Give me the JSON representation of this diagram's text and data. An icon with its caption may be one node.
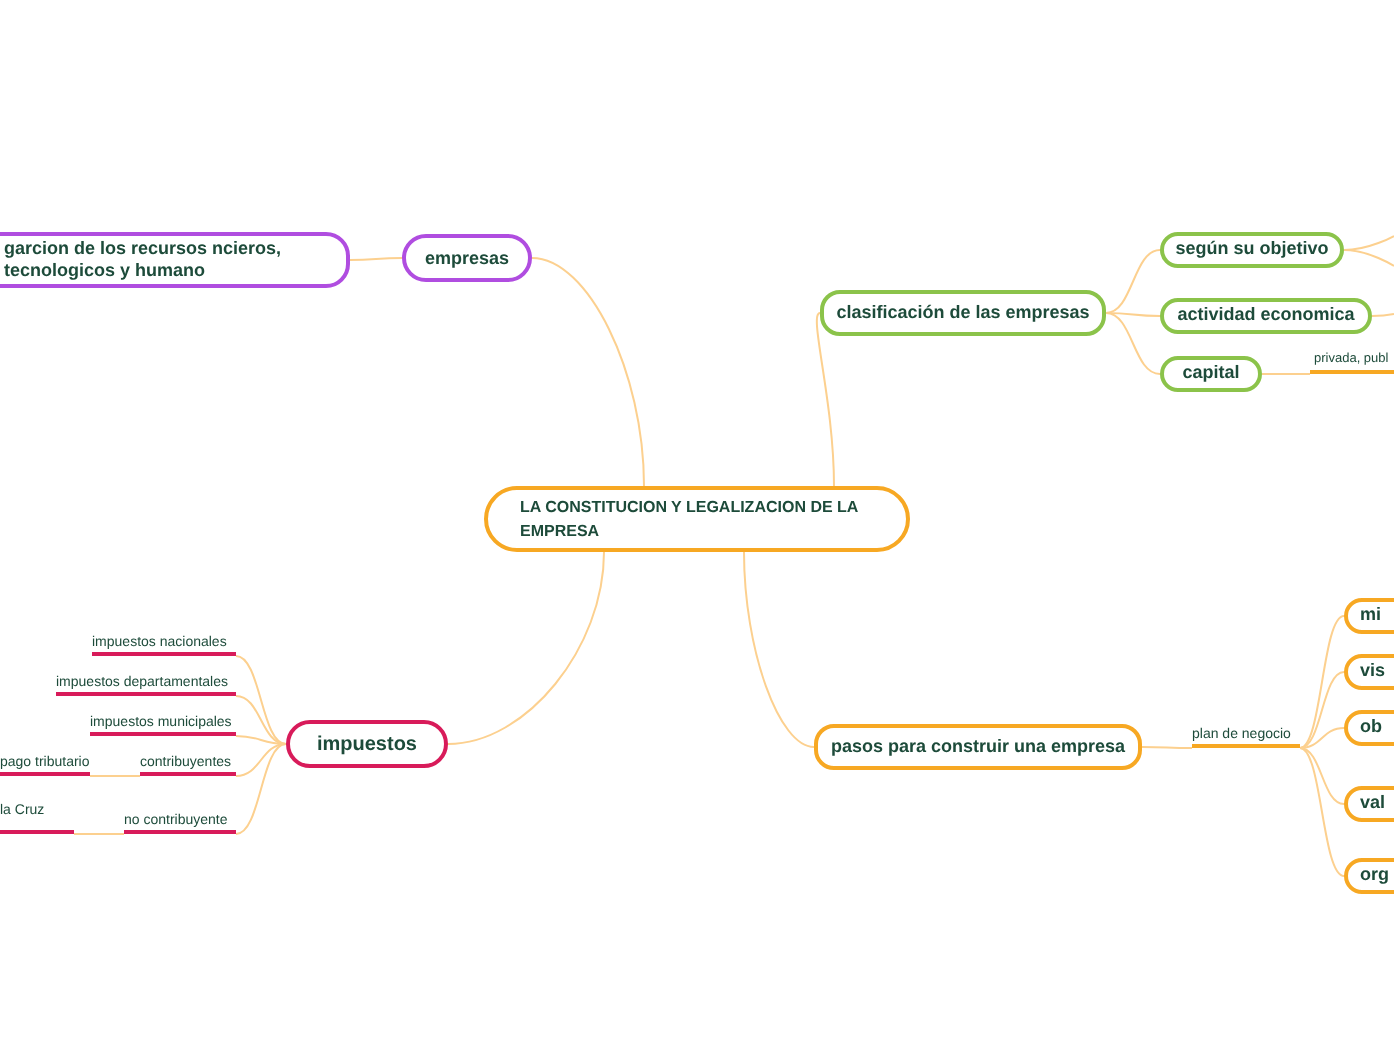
{
  "diagram": {
    "nodes": [
      {
        "text": [
          "LA CONSTITUCION Y LEGALIZACION DE LA EMPRESA"
        ]
      },
      {
        "text": [
          "empresas"
        ]
      },
      {
        "text": [
          "garcion de los recursos ncieros, tecnologicos y humano"
        ]
      },
      {
        "text": [
          "clasificación de las empresas"
        ]
      },
      {
        "text": [
          "según su objetivo"
        ]
      },
      {
        "text": [
          "actividad economica"
        ]
      },
      {
        "text": [
          "capital"
        ]
      },
      {
        "text": [
          "privada, publ"
        ]
      },
      {
        "text": [
          "impuestos"
        ]
      },
      {
        "text": [
          "impuestos nacionales"
        ]
      },
      {
        "text": [
          "impuestos departamentales"
        ]
      },
      {
        "text": [
          "impuestos municipales"
        ]
      },
      {
        "text": [
          "contribuyentes"
        ]
      },
      {
        "text": [
          "pago tributario"
        ]
      },
      {
        "text": [
          "no contribuyente"
        ]
      },
      {
        "text": [
          "la Cruz"
        ]
      },
      {
        "text": [
          "pasos para construir una empresa"
        ]
      },
      {
        "text": [
          "plan de negocio"
        ]
      },
      {
        "text": [
          "mi"
        ]
      },
      {
        "text": [
          "vis"
        ]
      },
      {
        "text": [
          "ob"
        ]
      },
      {
        "text": [
          "val"
        ]
      },
      {
        "text": [
          "org"
        ]
      }
    ],
    "edges": [
      {
        "from": 0,
        "to": 1,
        "arrow": "none"
      },
      {
        "from": 1,
        "to": 2,
        "arrow": "none"
      },
      {
        "from": 0,
        "to": 3,
        "arrow": "none"
      },
      {
        "from": 3,
        "to": 4,
        "arrow": "none"
      },
      {
        "from": 3,
        "to": 5,
        "arrow": "none"
      },
      {
        "from": 3,
        "to": 6,
        "arrow": "none"
      },
      {
        "from": 6,
        "to": 7,
        "arrow": "none"
      },
      {
        "from": 4,
        "to": null,
        "arrow": "none"
      },
      {
        "from": 4,
        "to": null,
        "arrow": "none"
      },
      {
        "from": 5,
        "to": null,
        "arrow": "none"
      },
      {
        "from": 0,
        "to": 8,
        "arrow": "none"
      },
      {
        "from": 8,
        "to": 9,
        "arrow": "none"
      },
      {
        "from": 8,
        "to": 10,
        "arrow": "none"
      },
      {
        "from": 8,
        "to": 11,
        "arrow": "none"
      },
      {
        "from": 8,
        "to": 12,
        "arrow": "none"
      },
      {
        "from": 8,
        "to": 14,
        "arrow": "none"
      },
      {
        "from": 12,
        "to": 13,
        "arrow": "none"
      },
      {
        "from": 14,
        "to": 15,
        "arrow": "none"
      },
      {
        "from": 0,
        "to": 16,
        "arrow": "none"
      },
      {
        "from": 16,
        "to": 17,
        "arrow": "none"
      },
      {
        "from": 17,
        "to": 18,
        "arrow": "none"
      },
      {
        "from": 17,
        "to": 19,
        "arrow": "none"
      },
      {
        "from": 17,
        "to": 20,
        "arrow": "none"
      },
      {
        "from": 17,
        "to": 21,
        "arrow": "none"
      },
      {
        "from": 17,
        "to": 22,
        "arrow": "none"
      }
    ]
  }
}
